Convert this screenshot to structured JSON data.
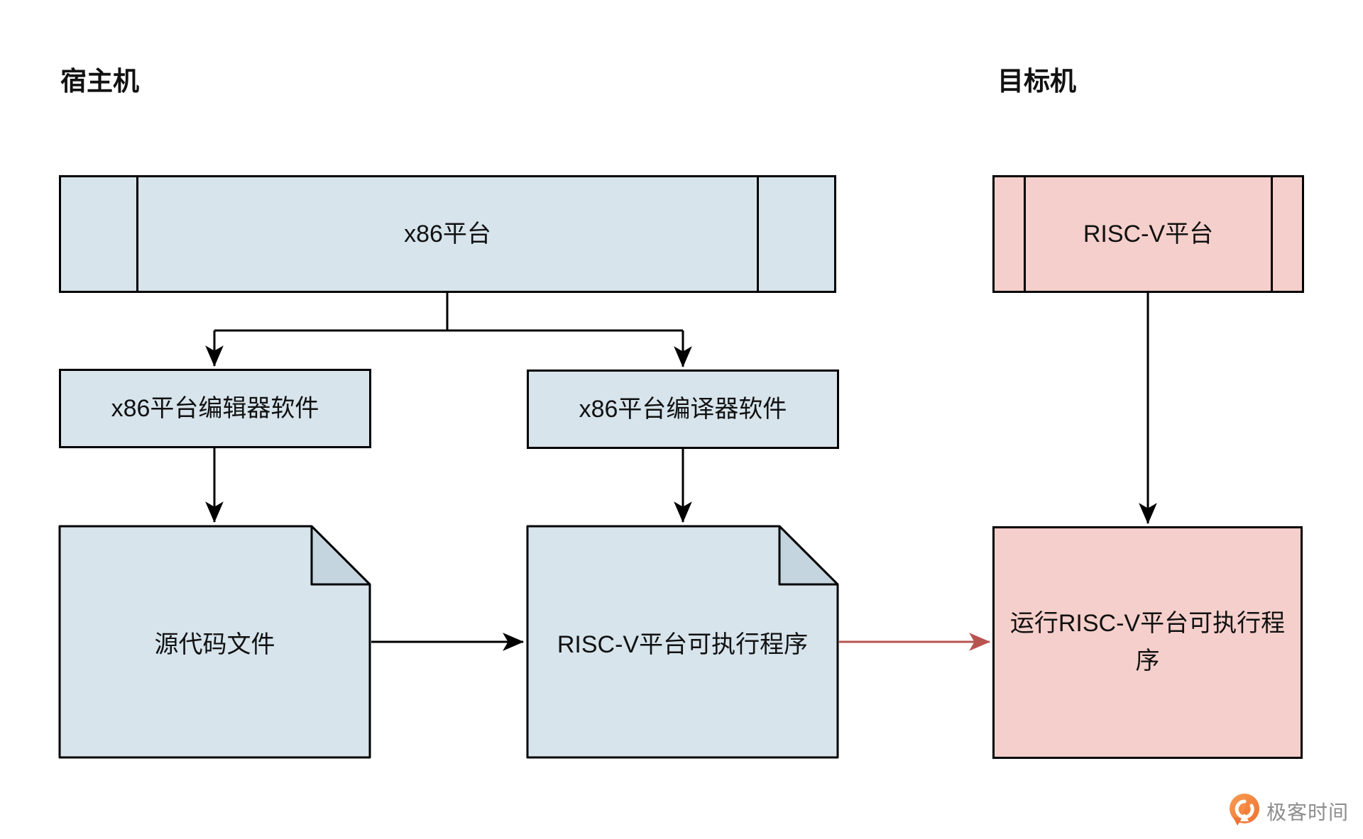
{
  "headers": {
    "host": "宿主机",
    "target": "目标机"
  },
  "nodes": {
    "x86_platform": {
      "label": "x86平台"
    },
    "riscv_platform": {
      "label": "RISC-V平台"
    },
    "editor": {
      "label": "x86平台编辑器软件"
    },
    "compiler": {
      "label": "x86平台编译器软件"
    },
    "source_file": {
      "label": "源代码文件"
    },
    "executable": {
      "label": "RISC-V平台可执行程序"
    },
    "run_executable": {
      "label": "运行RISC-V平台可执行程序"
    }
  },
  "logo": {
    "text": "极客时间"
  },
  "colors": {
    "blue_fill": "#d7e4ec",
    "blue_fold": "#c4d5df",
    "pink_fill": "#f5cfcb",
    "stroke": "#000000",
    "red_arrow": "#b85450",
    "logo_orange": "#ee7231",
    "logo_text": "#8d8d8d"
  }
}
